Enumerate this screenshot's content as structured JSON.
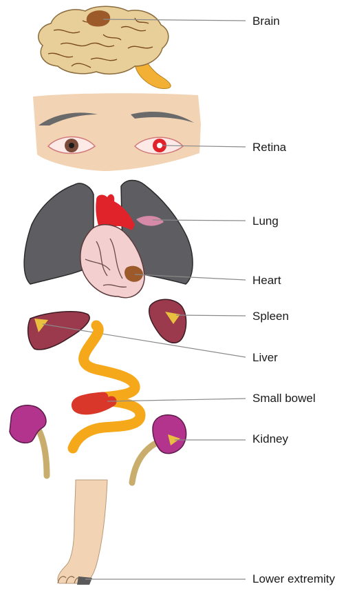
{
  "labels": {
    "brain": "Brain",
    "retina": "Retina",
    "lung": "Lung",
    "heart": "Heart",
    "spleen": "Spleen",
    "liver": "Liver",
    "small_bowel": "Small bowel",
    "kidney": "Kidney",
    "lower_extremity": "Lower extremity"
  },
  "colors": {
    "brain": "#e8cf9a",
    "brain_lesion": "#9c5a2a",
    "skin": "#f2d3b3",
    "lung": "#5e5e62",
    "lung_lesion": "#d68aa8",
    "heart": "#f3cfd0",
    "aorta": "#e0232b",
    "liver": "#9b3a4c",
    "lesion_yellow": "#e8bf3f",
    "bowel": "#f4a81a",
    "bowel_red": "#d8372a",
    "kidney": "#b3348d",
    "ureter": "#c9ad6c",
    "leader_line": "#8a8a8a"
  }
}
